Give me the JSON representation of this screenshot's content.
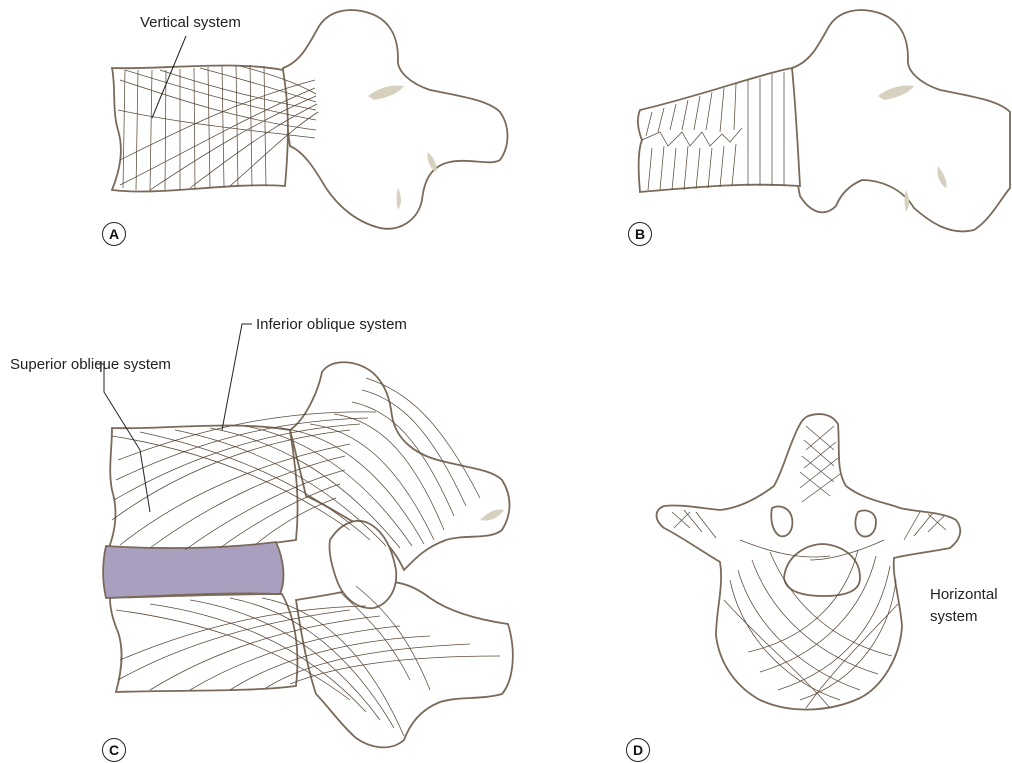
{
  "panels": [
    {
      "id": "A",
      "label": "A",
      "annotations": [
        "Vertical system"
      ]
    },
    {
      "id": "B",
      "label": "B",
      "annotations": []
    },
    {
      "id": "C",
      "label": "C",
      "annotations": [
        "Superior oblique system",
        "Inferior oblique system"
      ]
    },
    {
      "id": "D",
      "label": "D",
      "annotations": [
        "Horizontal\nsystem"
      ]
    }
  ],
  "colors": {
    "bone_outline": "#7a6a5a",
    "trabeculae": "#5b4a3a",
    "disc": "#a9a0bf",
    "facet": "#d6d1bf"
  }
}
